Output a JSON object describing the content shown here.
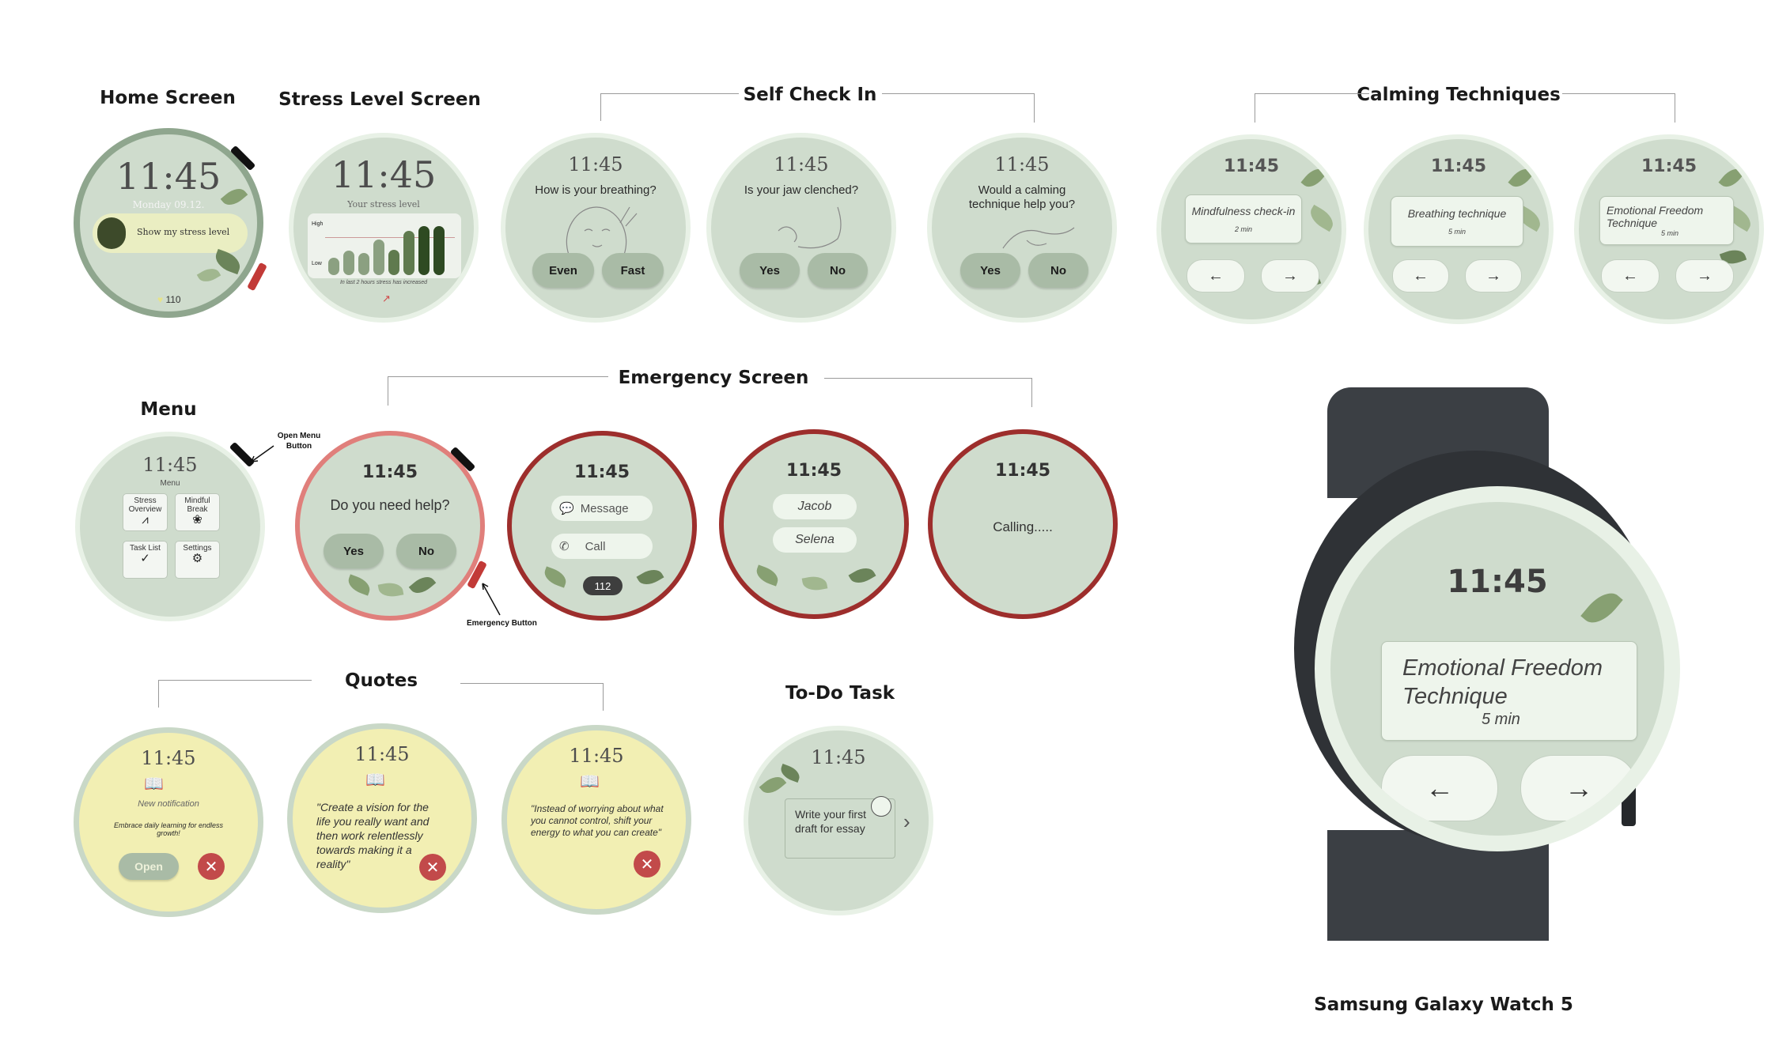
{
  "sections": {
    "home": "Home Screen",
    "stress": "Stress Level Screen",
    "self_check": "Self Check In",
    "calming": "Calming Techniques",
    "menu": "Menu",
    "emergency": "Emergency Screen",
    "quotes": "Quotes",
    "todo": "To-Do Task",
    "device": "Samsung Galaxy Watch 5"
  },
  "time": "11:45",
  "home": {
    "date": "Monday   09.12.",
    "stress_button": "Show my stress level",
    "heart_rate": "110"
  },
  "stress": {
    "subtitle": "Your stress level",
    "high": "High",
    "low": "Low",
    "note": "In last 2 hours stress has increased",
    "bars": [
      0.35,
      0.5,
      0.45,
      0.72,
      0.52,
      0.9,
      1.0,
      1.0
    ]
  },
  "self_check": [
    {
      "question": "How is your breathing?",
      "a": "Even",
      "b": "Fast"
    },
    {
      "question": "Is your jaw clenched?",
      "a": "Yes",
      "b": "No"
    },
    {
      "question": "Would a calming technique help you?",
      "a": "Yes",
      "b": "No"
    }
  ],
  "calming": [
    {
      "title": "Mindfulness check-in",
      "duration": "2 min"
    },
    {
      "title": "Breathing technique",
      "duration": "5 min"
    },
    {
      "title": "Emotional Freedom Technique",
      "duration": "5 min"
    }
  ],
  "arrows": {
    "left": "←",
    "right": "→"
  },
  "menu": {
    "label": "Menu",
    "tiles": [
      {
        "label": "Stress Overview",
        "icon": "chart-icon"
      },
      {
        "label": "Mindful Break",
        "icon": "lotus-icon"
      },
      {
        "label": "Task List",
        "icon": "check-icon"
      },
      {
        "label": "Settings",
        "icon": "gear-icon"
      }
    ],
    "annotation": "Open Menu Button"
  },
  "emergency": {
    "question": "Do you need help?",
    "yes": "Yes",
    "no": "No",
    "annotation": "Emergency Button",
    "message": "Message",
    "call": "Call",
    "number": "112",
    "contacts": [
      "Jacob",
      "Selena"
    ],
    "calling": "Calling....."
  },
  "quotes": {
    "new_notification": "New notification",
    "notification_text": "Embrace daily learning for endless growth!",
    "open": "Open",
    "quote1": "\"Create a vision for the life you really want and then work relentlessly towards making it a reality\"",
    "quote2": "\"Instead of worrying about what you cannot control, shift your energy to what you can create\""
  },
  "todo": {
    "task": "Write your first draft for essay"
  },
  "device_screen": {
    "title": "Emotional Freedom Technique",
    "duration": "5 min"
  },
  "colors": {
    "watch_bg": "#cfdccd",
    "emergency_ring": "#9d2e2c",
    "quote_bg": "#f2efb3",
    "accent_green": "#7e9968"
  }
}
